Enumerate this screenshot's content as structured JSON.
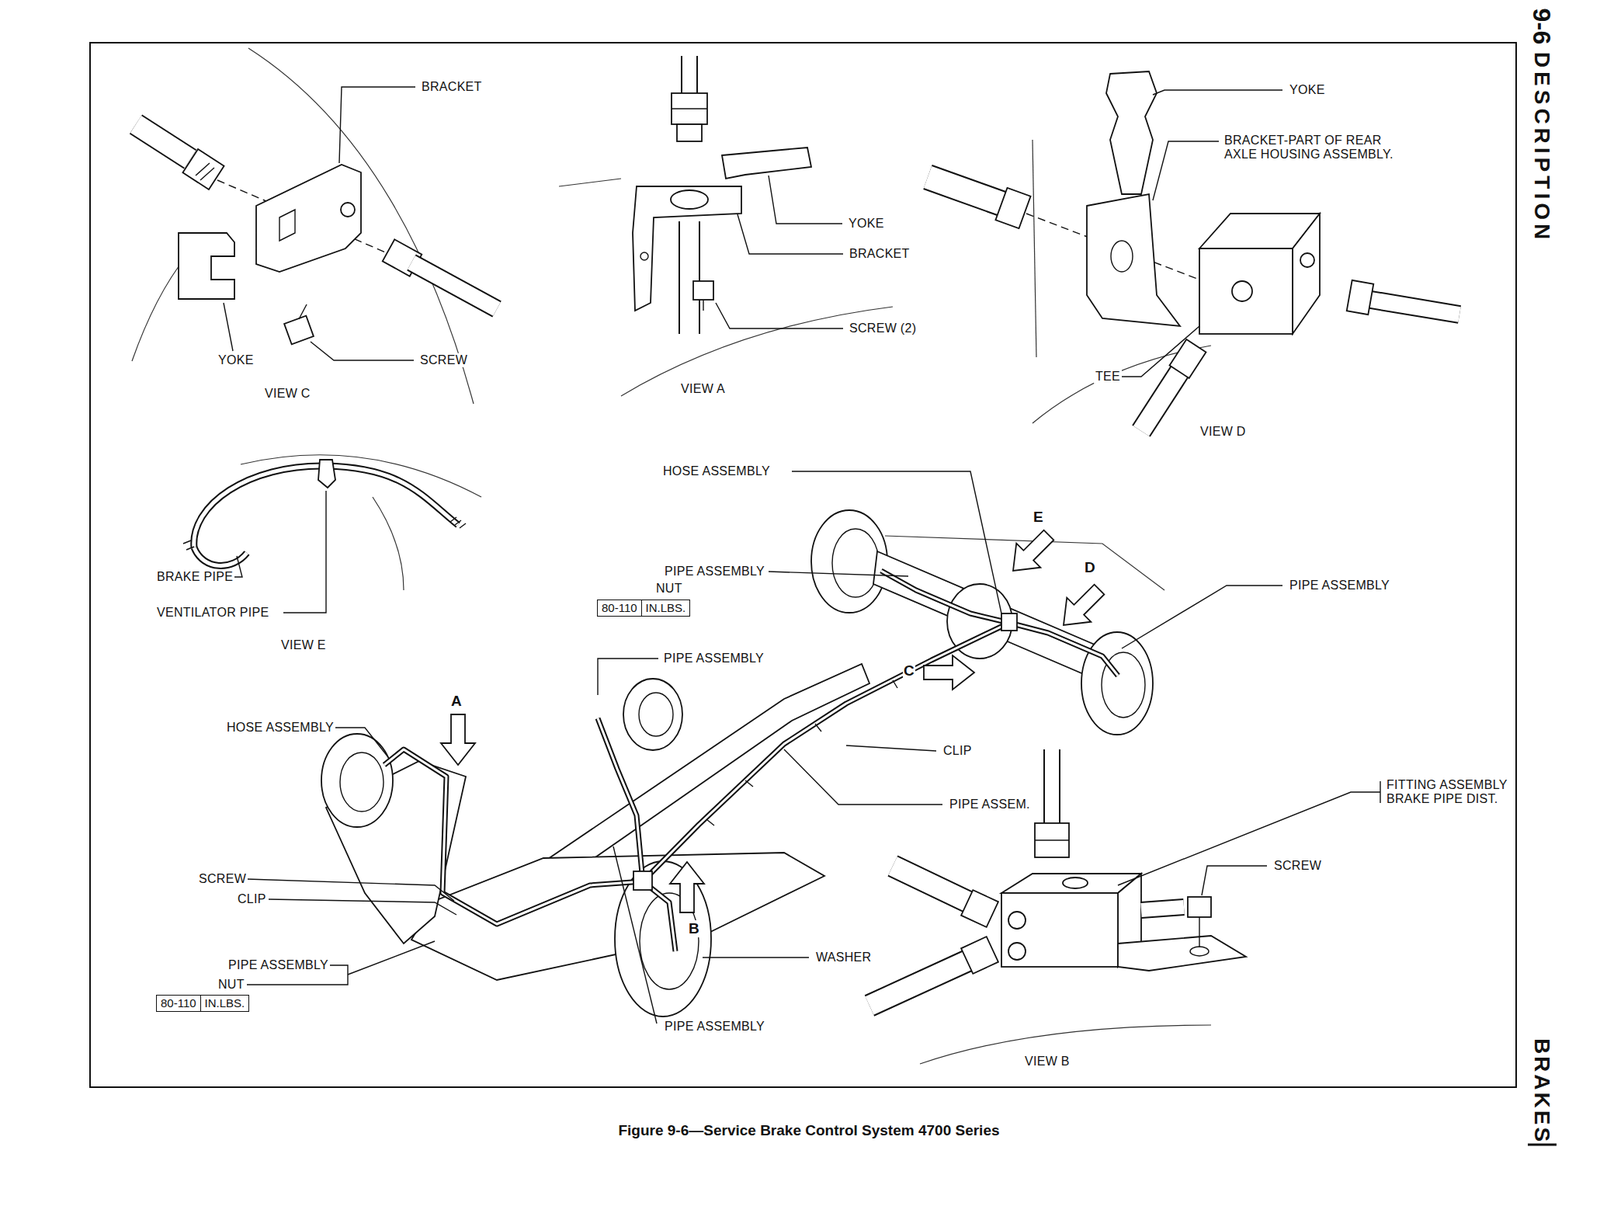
{
  "diagram": {
    "caption": "Figure 9-6—Service Brake Control System 4700 Series",
    "nodes": [
      {
        "text": [
          "80-110",
          "IN.LBS."
        ]
      },
      {
        "text": [
          "80-110",
          "IN.LBS."
        ]
      }
    ],
    "labels": [
      "9-6",
      "DESCRIPTION",
      "BRACKET",
      "YOKE",
      "BRACKET-PART OF REAR AXLE HOUSING ASSEMBLY.",
      "YOKE",
      "BRACKET",
      "SCREW (2)",
      "YOKE",
      "SCREW",
      "TEE",
      "VIEW A",
      "VIEW C",
      "VIEW D",
      "HOSE ASSEMBLY",
      "E",
      "D",
      "PIPE ASSEMBLY",
      "BRAKE PIPE",
      "PIPE ASSEMBLY",
      "NUT",
      "VENTILATOR PIPE",
      "VIEW E",
      "PIPE ASSEMBLY",
      "C",
      "A",
      "HOSE ASSEMBLY",
      "CLIP",
      "FITTING ASSEMBLY BRAKE PIPE DIST.",
      "PIPE ASSEM.",
      "SCREW",
      "SCREW",
      "CLIP",
      "B",
      "WASHER",
      "PIPE ASSEMBLY",
      "NUT",
      "PIPE ASSEMBLY",
      "VIEW B",
      "BRAKES"
    ]
  }
}
